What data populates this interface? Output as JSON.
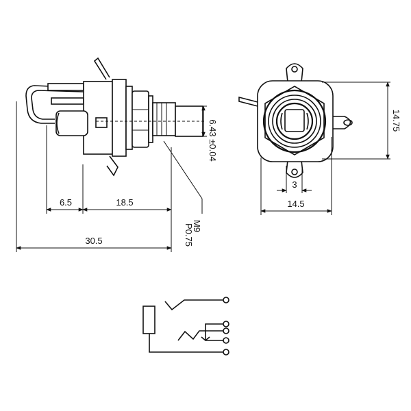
{
  "dimensions": {
    "side_view": {
      "sleeve_length": "6.5",
      "body_length": "18.5",
      "overall_length": "30.5",
      "bush_diameter": "6.43 ±0.04",
      "thread_size": "M9",
      "thread_pitch": "P0.75"
    },
    "front_view": {
      "body_height": "14.75",
      "body_width": "14.5",
      "slot_width": "3"
    }
  }
}
